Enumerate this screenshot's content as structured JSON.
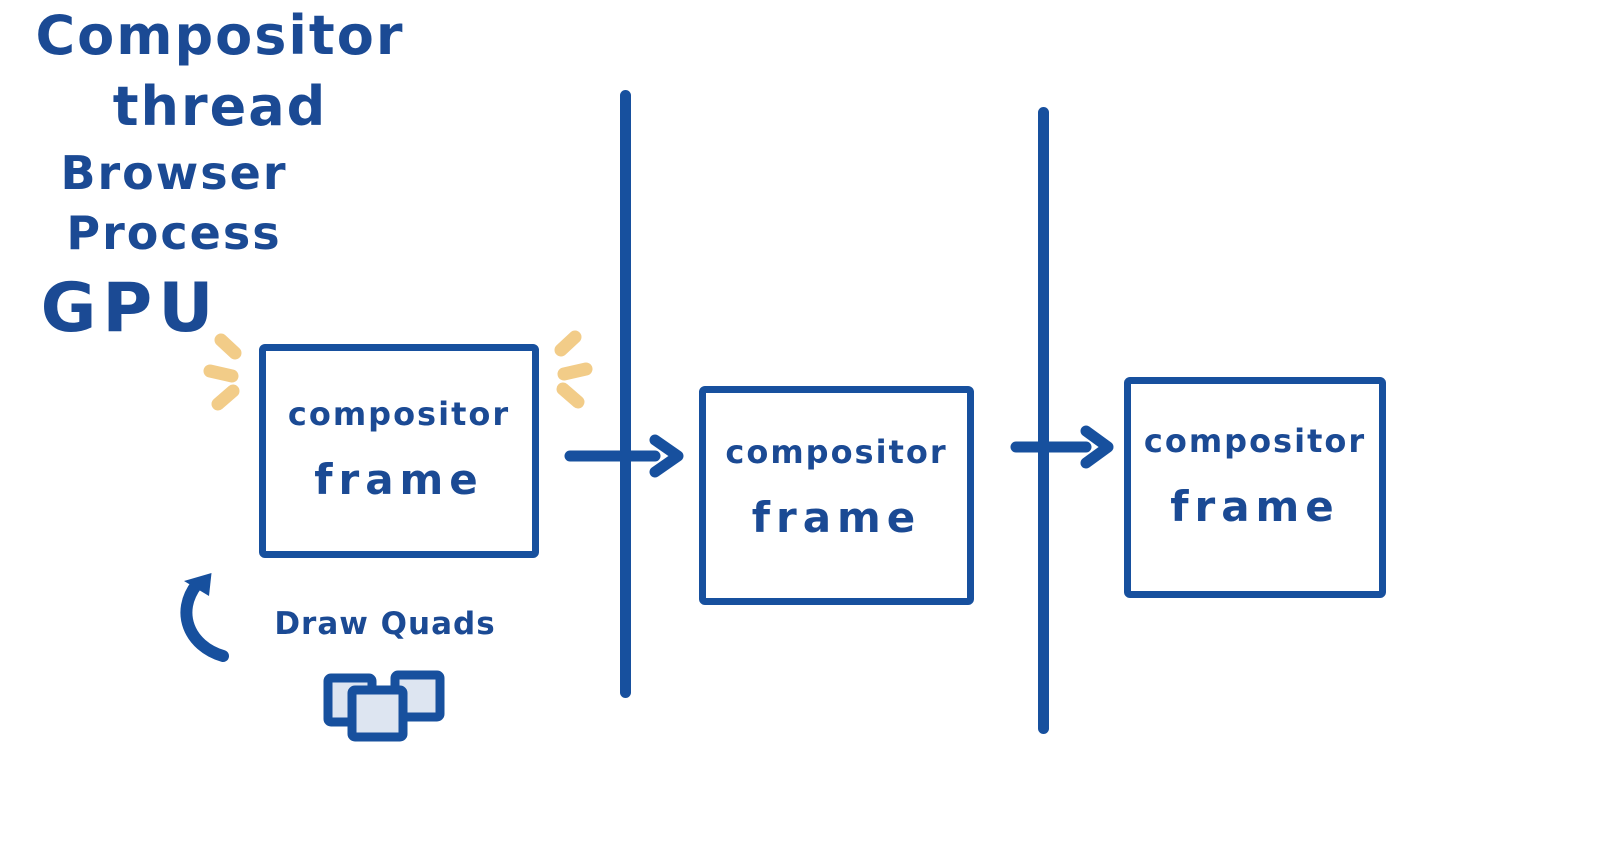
{
  "colors": {
    "ink": "#17509e",
    "text": "#1b4a94",
    "sparkle": "#f2cc88",
    "quad_fill": "#dde5f1",
    "bg": "#ffffff"
  },
  "columns": [
    {
      "title_line1": "Compositor",
      "title_line2": "thread",
      "box_line1": "compositor",
      "box_line2": "frame"
    },
    {
      "title_line1": "Browser",
      "title_line2": "Process",
      "box_line1": "compositor",
      "box_line2": "frame"
    },
    {
      "title_line1": "GPU",
      "box_line1": "compositor",
      "box_line2": "frame"
    }
  ],
  "annotations": {
    "draw_quads_label": "Draw Quads"
  },
  "icons": {
    "sparkle_left": "emphasis-rays",
    "sparkle_right": "emphasis-rays",
    "loop_arrow": "curved-arrow-up",
    "flow_arrow_1": "arrow-right",
    "flow_arrow_2": "arrow-right",
    "draw_quads": "three-overlapping-quads"
  }
}
